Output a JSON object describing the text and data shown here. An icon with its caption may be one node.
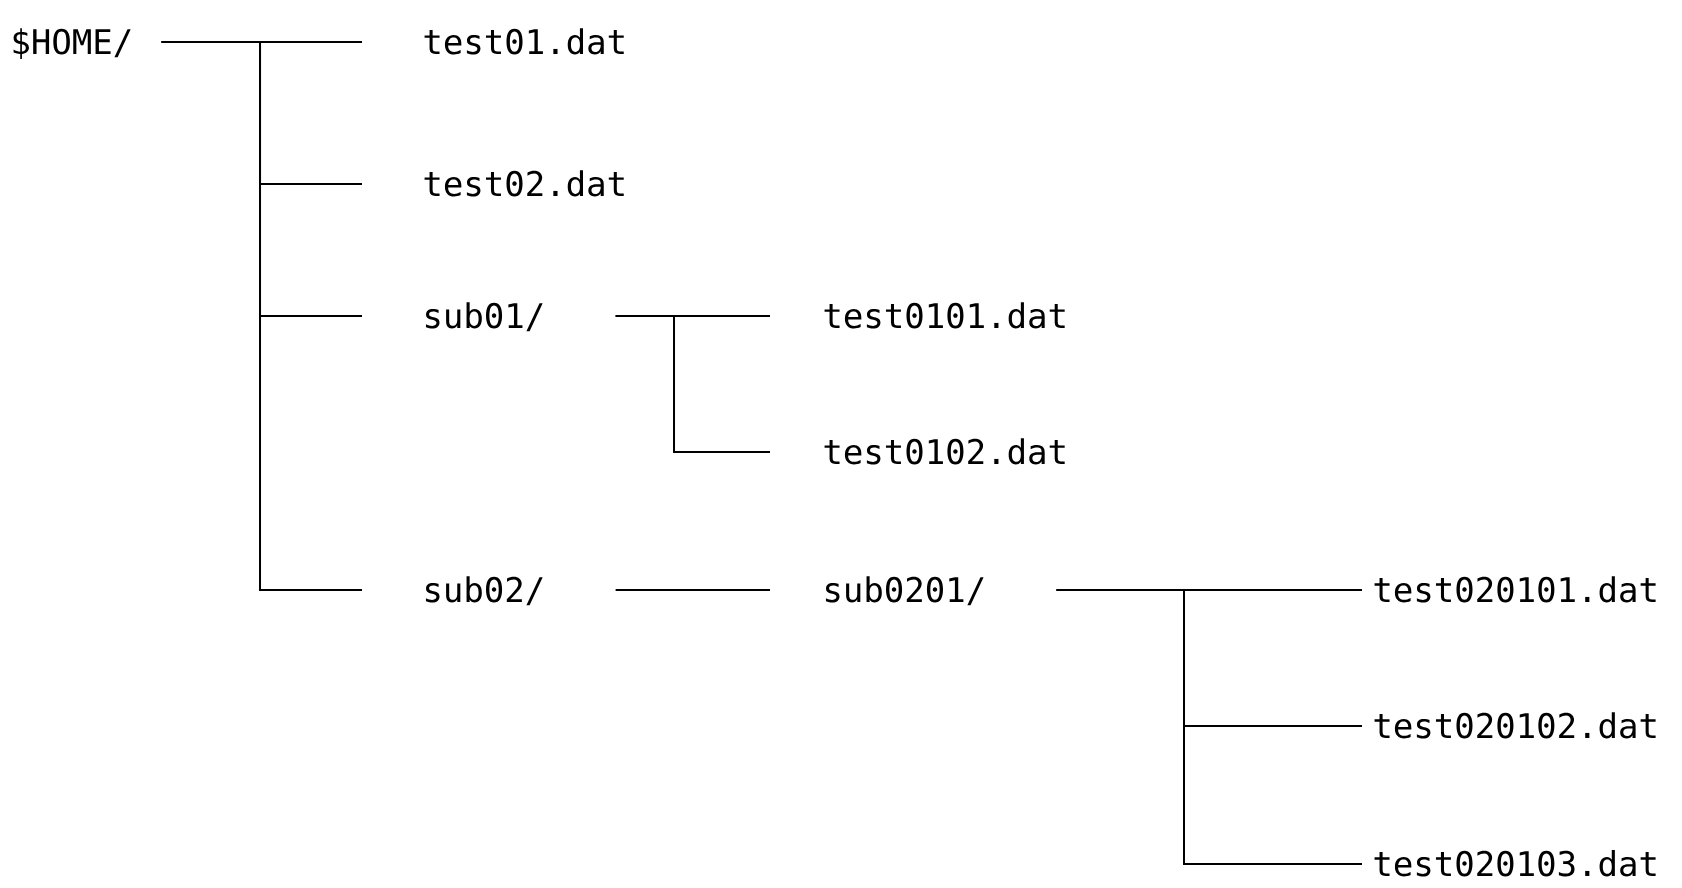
{
  "diagram": {
    "nodes": [
      {
        "text": [
          "$HOME/"
        ]
      },
      {
        "text": [
          "test01.dat"
        ]
      },
      {
        "text": [
          "test02.dat"
        ]
      },
      {
        "text": [
          "sub01/"
        ]
      },
      {
        "text": [
          "test0101.dat"
        ]
      },
      {
        "text": [
          "test0102.dat"
        ]
      },
      {
        "text": [
          "sub02/"
        ]
      },
      {
        "text": [
          "sub0201/"
        ]
      },
      {
        "text": [
          "test020101.dat"
        ]
      },
      {
        "text": [
          "test020102.dat"
        ]
      },
      {
        "text": [
          "test020103.dat"
        ]
      }
    ],
    "edges": [
      {
        "from": 0,
        "to": 1,
        "arrow": "none"
      },
      {
        "from": 0,
        "to": 2,
        "arrow": "none"
      },
      {
        "from": 0,
        "to": 3,
        "arrow": "none"
      },
      {
        "from": 0,
        "to": 6,
        "arrow": "none"
      },
      {
        "from": 3,
        "to": 4,
        "arrow": "none"
      },
      {
        "from": 3,
        "to": 5,
        "arrow": "none"
      },
      {
        "from": 6,
        "to": 7,
        "arrow": "none"
      },
      {
        "from": 7,
        "to": 8,
        "arrow": "none"
      },
      {
        "from": 7,
        "to": 9,
        "arrow": "none"
      },
      {
        "from": 7,
        "to": 10,
        "arrow": "none"
      }
    ]
  }
}
